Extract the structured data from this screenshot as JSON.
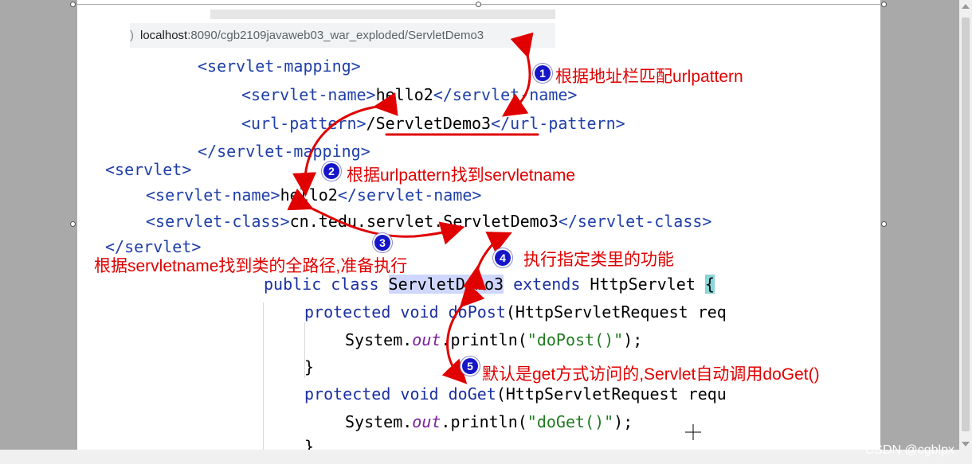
{
  "browser": {
    "url_prefix": ")",
    "url_host": "localhost",
    "url_path": ":8090/cgb2109javaweb03_war_exploded/ServletDemo3"
  },
  "code": {
    "mapping_open": "<servlet-mapping>",
    "mapping_name_open": "<servlet-name>",
    "mapping_name_value": "hello2",
    "mapping_name_close": "</servlet-name>",
    "url_pattern_open": "<url-pattern>",
    "url_pattern_value": "/ServletDemo3",
    "url_pattern_close": "</url-pattern>",
    "mapping_close": "</servlet-mapping>",
    "servlet_open": "<servlet>",
    "servlet_name_open": "<servlet-name>",
    "servlet_name_value": "hello2",
    "servlet_name_close": "</servlet-name>",
    "servlet_class_open": "<servlet-class>",
    "servlet_class_value": "cn.tedu.servlet.ServletDemo3",
    "servlet_class_close": "</servlet-class>",
    "servlet_close": "</servlet>",
    "java_public": "public class ",
    "java_class": "ServletDemo3",
    "java_extends": " extends ",
    "java_parent": "HttpServlet ",
    "java_brace": "{",
    "java_protected": "protected void ",
    "java_dopost_d": "d",
    "java_dopost": "oPost",
    "java_param_trunc1": "(HttpServletRequest req",
    "java_system": "System.",
    "java_out": "out",
    "java_println_post": ".println(",
    "java_str_post": "\"doPost()\"",
    "java_end": ");",
    "java_close": "}",
    "java_doget": "doGet",
    "java_param_trunc2": "(HttpServletRequest requ",
    "java_str_get": "\"doGet()\""
  },
  "annotations": {
    "step1_num": "1",
    "step1": "根据地址栏匹配urlpattern",
    "step2_num": "2",
    "step2": "根据urlpattern找到servletname",
    "step3_num": "3",
    "step3": "根据servletname找到类的全路径,准备执行",
    "step4_num": "4",
    "step4": "执行指定类里的功能",
    "step5_num": "5",
    "step5": "默认是get方式访问的,Servlet自动调用doGet()"
  },
  "watermark": "CSDN @cgblpx",
  "colors": {
    "annotation": "#e00000",
    "badge": "#1616c8",
    "tag": "#1f3fa8",
    "string": "#1f7a1f"
  }
}
